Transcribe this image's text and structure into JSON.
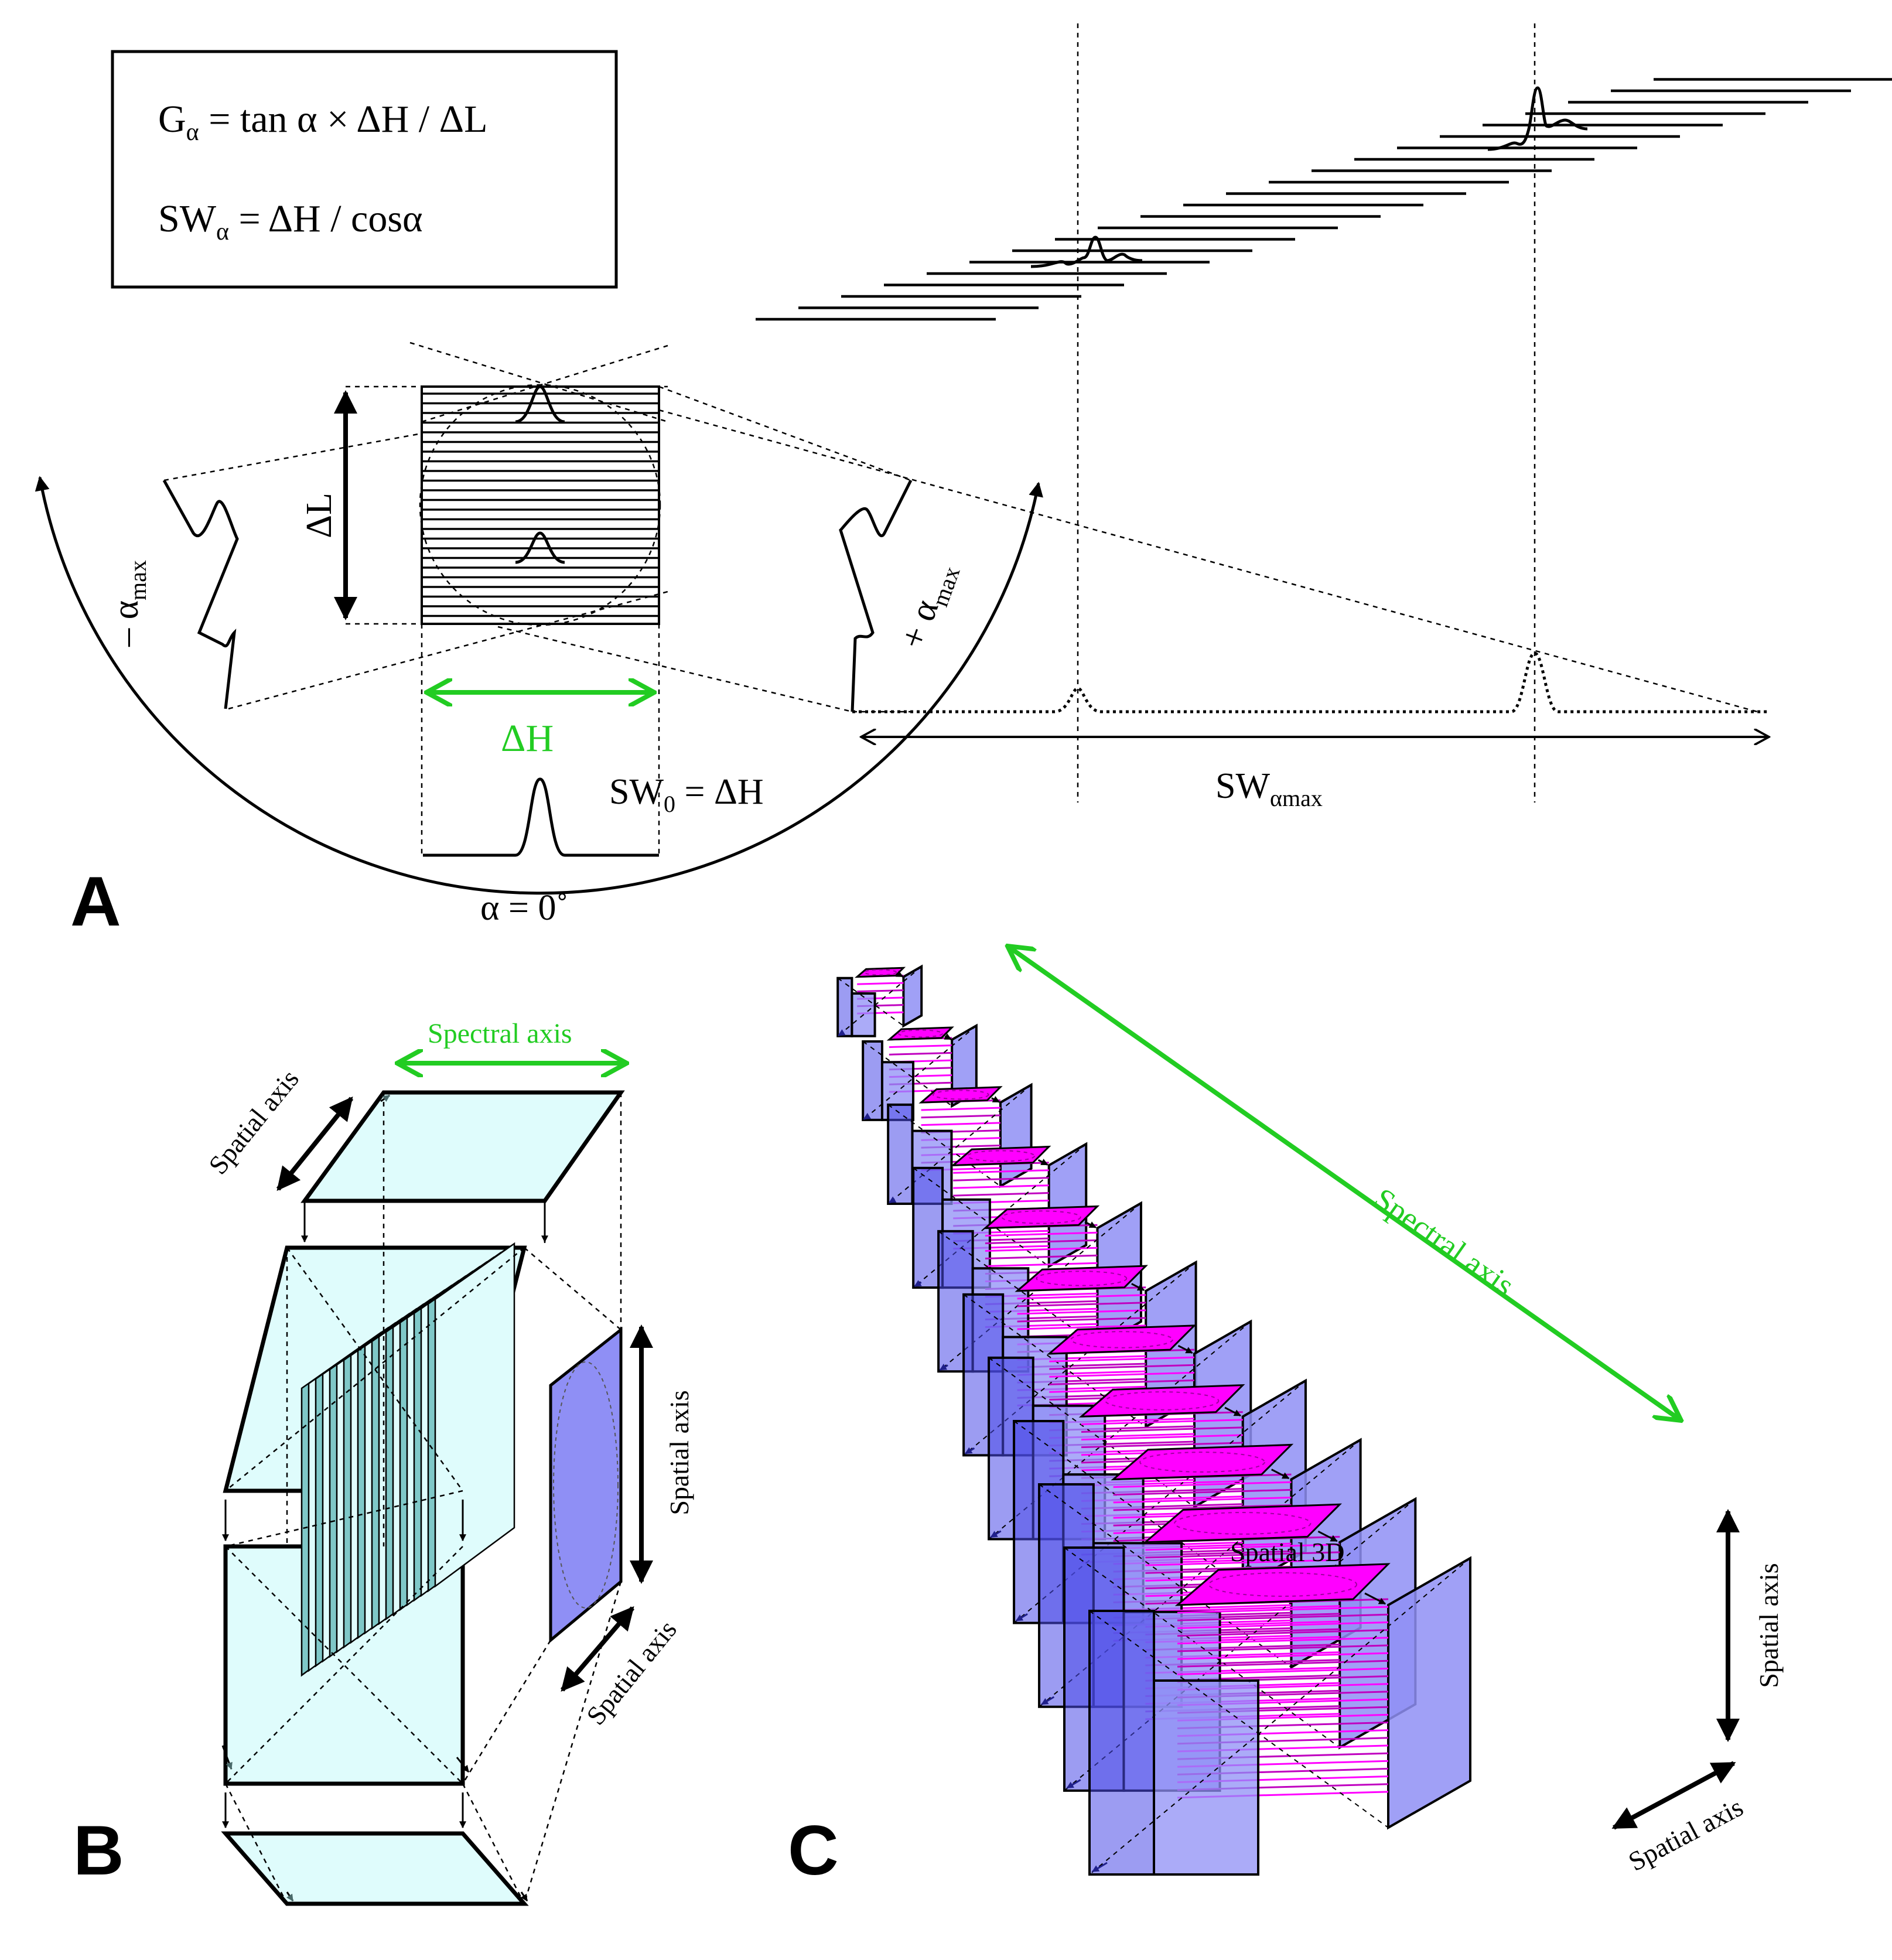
{
  "panels": {
    "a": {
      "letter": "A",
      "equations": {
        "g_main": "G",
        "g_sub": "α",
        "g_rest": " = tan α × ΔH / ΔL",
        "sw_main": "SW",
        "sw_sub": "α",
        "sw_rest": " = ΔH / cosα"
      },
      "delta_l": "ΔL",
      "delta_h": "ΔH",
      "sw0_main": "SW",
      "sw0_sub": "0",
      "sw0_rest": " = ΔH",
      "alpha0": "α = 0˚",
      "neg_alpha_main": "– α",
      "neg_alpha_sub": "max",
      "pos_alpha_main": "+ α",
      "pos_alpha_sub": "max",
      "swmax_main": "SW",
      "swmax_sub": "αmax"
    },
    "b": {
      "letter": "B",
      "spectral_axis": "Spectral axis",
      "spatial_axis_top": "Spatial axis",
      "spatial_axis_right": "Spatial axis",
      "spatial_axis_bottom": "Spatial axis"
    },
    "c": {
      "letter": "C",
      "spectral_axis": "Spectral axis",
      "spatial_3d": "Spatial 3D",
      "spatial_axis_right": "Spatial axis",
      "spatial_axis_bottom": "Spatial axis"
    }
  },
  "colors": {
    "green_arrow": "#22cc22",
    "cyan_face": "#dffcfc",
    "cyan_stack": "#7fc8c8",
    "blue_face": "#8f8ff5",
    "blue_dark": "#4a4ae8",
    "magenta": "#ff00ff",
    "magenta_dark": "#c000c0"
  }
}
